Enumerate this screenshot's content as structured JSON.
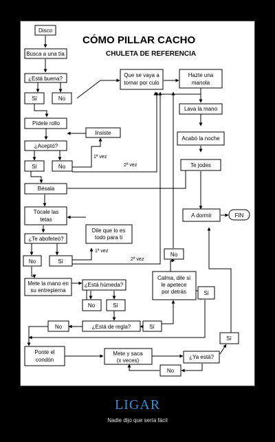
{
  "header": {
    "title": "CÓMO PILLAR CACHO",
    "subtitle": "CHULETA DE REFERENCIA"
  },
  "nodes": {
    "disco": "Disco",
    "busca": "Busca a una tía",
    "esta_buena": "¿Está buena?",
    "si_buena": "Sí",
    "no_buena": "No",
    "pidele": "Pídele rollo",
    "insiste": "Insiste",
    "acepto": "¿Aceptó?",
    "si_acepto": "Sí",
    "no_acepto": "No",
    "besala": "Bésala",
    "tocale_1": "Tócale las",
    "tocale_2": "tetas",
    "dile_1": "Dile que lo es",
    "dile_2": "todo para ti",
    "abofeteo": "¿Te abofeteó?",
    "no_abof": "No",
    "si_abof": "Sí",
    "mete_mano_1": "Mete la mano en",
    "mete_mano_2": "su entrepierna",
    "humeda": "¿Está húmeda?",
    "no_hum": "No",
    "si_hum": "Sí",
    "no_regla": "No",
    "regla": "¿Está de regla?",
    "si_regla": "Sí",
    "calma_1": "Calma, dile si",
    "calma_2": "le apetece",
    "calma_3": "por detrás",
    "no_calma": "No",
    "si_calma": "Sí",
    "ponte_1": "Ponte el",
    "ponte_2": "condón",
    "mete_saca_1": "Mete y saca",
    "mete_saca_2": "(x veces)",
    "ya_esta": "¿Ya está?",
    "no_ya": "No",
    "si_ya": "Sí",
    "vaya_1": "Que se vaya a",
    "vaya_2": "tomar por culo",
    "manola_1": "Hazte una",
    "manola_2": "manola",
    "lava": "Lava la mano",
    "acabo": "Acabó la noche",
    "jodes": "Te jodes",
    "dormir": "A dormir",
    "fin": "FIN"
  },
  "edge_labels": {
    "primera_1": "1ª vez",
    "segunda_1": "2ª vez",
    "primera_2": "1ª vez",
    "segunda_2": "2ª vez"
  },
  "caption": {
    "title": "LIGAR",
    "subtitle": "Nadie dijo que sería fácil"
  }
}
